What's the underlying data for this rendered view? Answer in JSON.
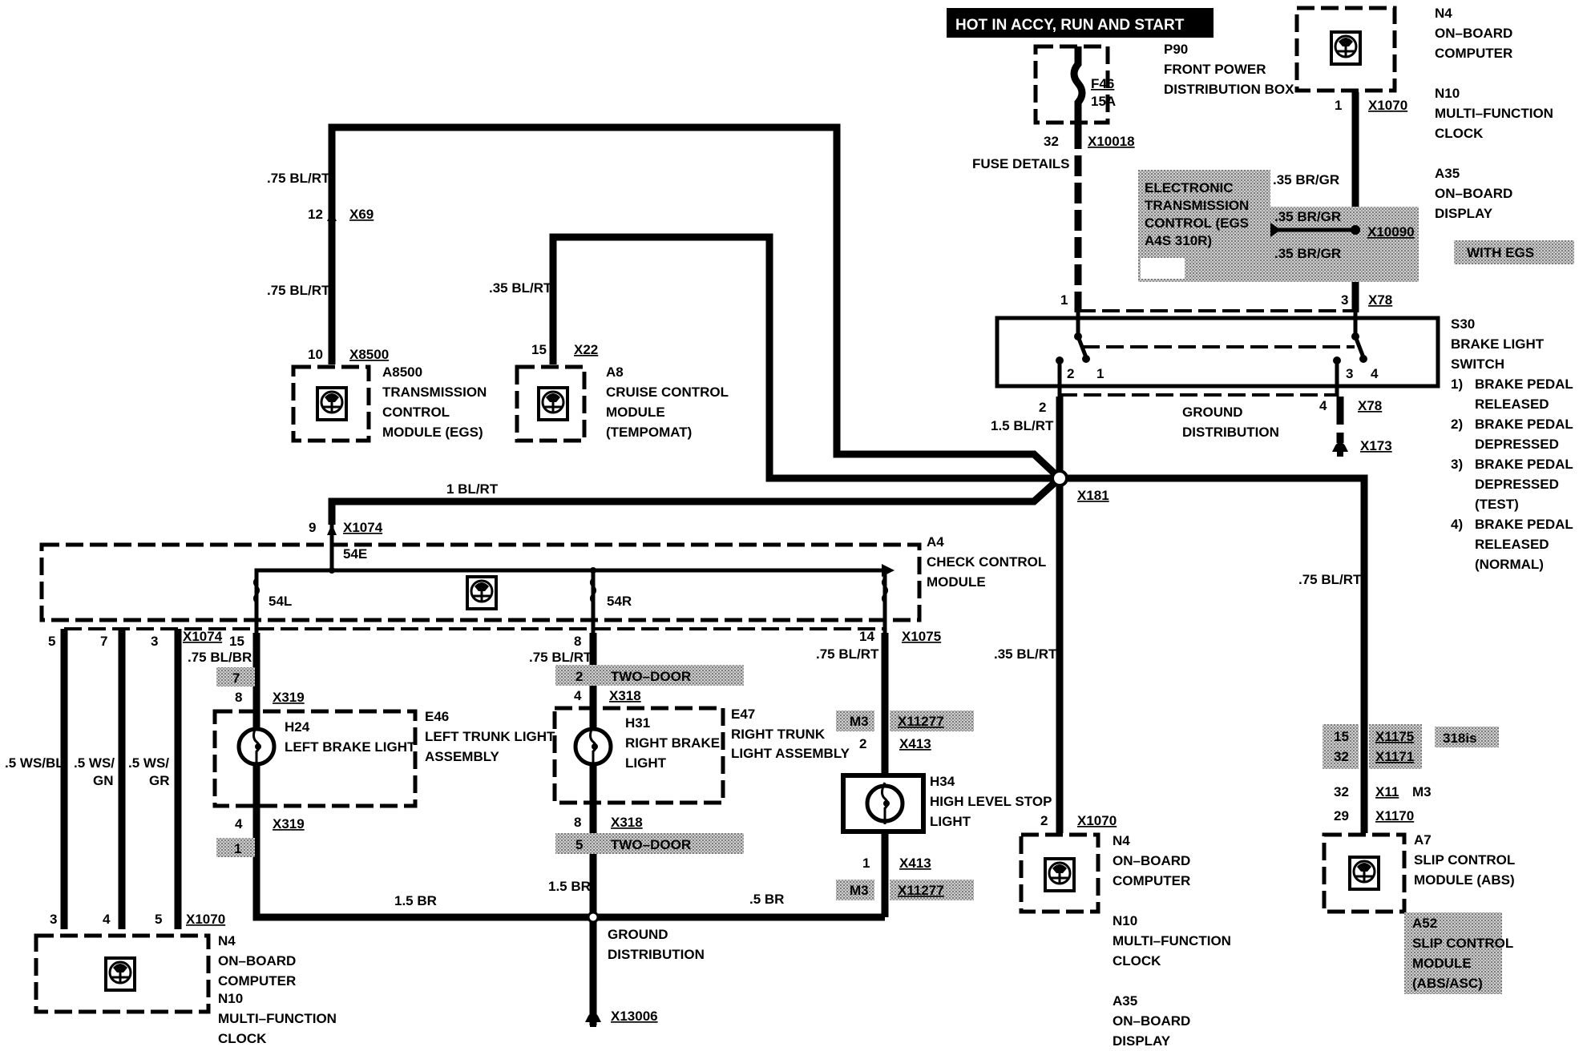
{
  "header": {
    "power_label": "HOT IN ACCY, RUN AND START"
  },
  "fuse_box": {
    "id": "P90",
    "line1": "FRONT POWER",
    "line2": "DISTRIBUTION BOX",
    "fuse_id": "F46",
    "fuse_rating": "15A",
    "pin": "32",
    "connector": "X10018",
    "note": "FUSE DETAILS"
  },
  "top_module": {
    "id": "N4",
    "line1": "ON–BOARD",
    "line2": "COMPUTER",
    "alt1_id": "N10",
    "alt1_l1": "MULTI–FUNCTION",
    "alt1_l2": "CLOCK",
    "alt2_id": "A35",
    "alt2_l1": "ON–BOARD",
    "alt2_l2": "DISPLAY",
    "pin": "1",
    "connector": "X1070"
  },
  "egs_option": {
    "l1": "ELECTRONIC",
    "l2": "TRANSMISSION",
    "l3": "CONTROL (EGS",
    "l4": "A4S 310R)",
    "wire_top": ".35  BR/GR",
    "wire_mid": ".35  BR/GR",
    "wire_bot": ".35  BR/GR",
    "splice": "X10090",
    "badge": "WITH EGS"
  },
  "switch": {
    "id": "S30",
    "line1": "BRAKE LIGHT",
    "line2": "SWITCH",
    "pin_in_left": "1",
    "pin_in_right": "3",
    "conn_top": "X78",
    "contact_2": "2",
    "contact_1": "1",
    "contact_3": "3",
    "contact_4": "4",
    "out_pin": "2",
    "out_wire": "1.5 BL/RT",
    "gnd_pin": "4",
    "gnd_conn": "X78",
    "gnd_label1": "GROUND",
    "gnd_label2": "DISTRIBUTION",
    "ground": "X173",
    "states": [
      {
        "n": "1)",
        "l1": "BRAKE PEDAL",
        "l2": "RELEASED",
        "l3": ""
      },
      {
        "n": "2)",
        "l1": "BRAKE PEDAL",
        "l2": "DEPRESSED",
        "l3": ""
      },
      {
        "n": "3)",
        "l1": "BRAKE PEDAL",
        "l2": "DEPRESSED",
        "l3": "(TEST)"
      },
      {
        "n": "4)",
        "l1": "BRAKE PEDAL",
        "l2": "RELEASED",
        "l3": "(NORMAL)"
      }
    ]
  },
  "egs_module": {
    "id": "A8500",
    "line1": "TRANSMISSION",
    "line2": "CONTROL",
    "line3": "MODULE (EGS)",
    "pin": "10",
    "connector": "X8500",
    "pin2": "12",
    "connector2": "X69",
    "wire1": ".75 BL/RT",
    "wire2": ".75 BL/RT"
  },
  "cruise_module": {
    "id": "A8",
    "line1": "CRUISE CONTROL",
    "line2": "MODULE",
    "line3": "(TEMPOMAT)",
    "pin": "15",
    "connector": "X22",
    "wire": ".35 BL/RT"
  },
  "splice_main": {
    "id": "X181",
    "wire_left": "1 BL/RT",
    "wire_down": ".35 BL/RT",
    "wire_right": ".75 BL/RT"
  },
  "check_control": {
    "id": "A4",
    "line1": "CHECK CONTROL",
    "line2": "MODULE",
    "in_pin": "9",
    "in_conn": "X1074",
    "bus": "54E",
    "left": "54L",
    "right": "54R",
    "out_left_pin": "15",
    "out_left_wire": ".75 BL/BR",
    "out_conn": "X1074",
    "out_mid_pin": "8",
    "out_mid_wire": ".75 BL/RT",
    "out_right_pin": "14",
    "out_right_conn": "X1075",
    "out_right_wire": ".75 BL/RT",
    "bus_pins": [
      "5",
      "7",
      "3"
    ]
  },
  "bus_wires": {
    "w1": ".5 WS/BL",
    "w2a": ".5 WS/",
    "w2b": "GN",
    "w3a": ".5 WS/",
    "w3b": "GR"
  },
  "bottom_module": {
    "id": "N4",
    "line1": "ON–BOARD",
    "line2": "COMPUTER",
    "line3": "N10",
    "line4": "MULTI–FUNCTION",
    "line5": "CLOCK",
    "pins": [
      "3",
      "4",
      "5"
    ],
    "connector": "X1070"
  },
  "left_light": {
    "assy_id": "E46",
    "assy_l1": "LEFT TRUNK LIGHT",
    "assy_l2": "ASSEMBLY",
    "id": "H24",
    "line1": "LEFT BRAKE LIGHT",
    "top_pin": "8",
    "top_conn": "X319",
    "bot_pin": "4",
    "bot_conn": "X319",
    "alt_top": "7",
    "alt_bot": "1"
  },
  "right_light": {
    "assy_id": "E47",
    "assy_l1": "RIGHT TRUNK",
    "assy_l2": "LIGHT ASSEMBLY",
    "id": "H31",
    "line1": "RIGHT BRAKE",
    "line2": "LIGHT",
    "top_pin": "4",
    "top_conn": "X318",
    "bot_pin": "8",
    "bot_conn": "X318",
    "alt_top": "2",
    "alt_top_note": "TWO–DOOR",
    "alt_bot": "5",
    "alt_bot_note": "TWO–DOOR"
  },
  "high_stop": {
    "id": "H34",
    "line1": "HIGH LEVEL STOP",
    "line2": "LIGHT",
    "top_pin": "2",
    "top_conn": "X413",
    "bot_pin": "1",
    "bot_conn": "X413",
    "alt_tag": "M3",
    "alt_conn": "X11277"
  },
  "ground_bottom": {
    "w_left": "1.5 BR",
    "w_mid": "1.5 BR",
    "w_right": ".5 BR",
    "label1": "GROUND",
    "label2": "DISTRIBUTION",
    "ground": "X13006"
  },
  "right_module": {
    "id": "N4",
    "line1": "ON–BOARD",
    "line2": "COMPUTER",
    "alt1_id": "N10",
    "alt1_l1": "MULTI–FUNCTION",
    "alt1_l2": "CLOCK",
    "alt2_id": "A35",
    "alt2_l1": "ON–BOARD",
    "alt2_l2": "DISPLAY",
    "pin": "2",
    "connector": "X1070"
  },
  "abs_module": {
    "id": "A7",
    "line1": "SLIP CONTROL",
    "line2": "MODULE (ABS)",
    "alt_id": "A52",
    "alt_l1": "SLIP CONTROL",
    "alt_l2": "MODULE",
    "alt_l3": "(ABS/ASC)",
    "alt_pin1": "15",
    "alt_conn1": "X1175",
    "alt_note": "318is",
    "alt_pin2": "32",
    "alt_conn2": "X1171",
    "pin_a": "32",
    "conn_a": "X11",
    "tag_a": "M3",
    "pin_b": "29",
    "conn_b": "X1170"
  }
}
